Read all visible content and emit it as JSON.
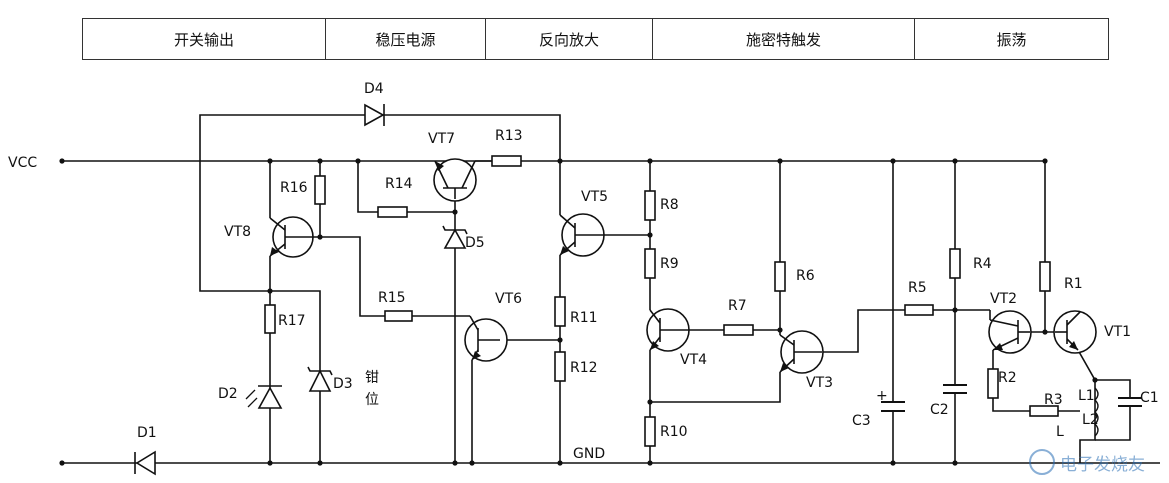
{
  "header": {
    "cells": [
      "开关输出",
      "稳压电源",
      "反向放大",
      "施密特触发",
      "振荡"
    ]
  },
  "labels": {
    "vcc": "VCC",
    "gnd": "GND",
    "clamp": [
      "钳",
      "位"
    ],
    "D1": "D1",
    "D2": "D2",
    "D3": "D3",
    "D4": "D4",
    "D5": "D5",
    "VT1": "VT1",
    "VT2": "VT2",
    "VT3": "VT3",
    "VT4": "VT4",
    "VT5": "VT5",
    "VT6": "VT6",
    "VT7": "VT7",
    "VT8": "VT8",
    "R1": "R1",
    "R2": "R2",
    "R3": "R3",
    "R4": "R4",
    "R5": "R5",
    "R6": "R6",
    "R7": "R7",
    "R8": "R8",
    "R9": "R9",
    "R10": "R10",
    "R11": "R11",
    "R12": "R12",
    "R13": "R13",
    "R14": "R14",
    "R15": "R15",
    "R16": "R16",
    "R17": "R17",
    "C1": "C1",
    "C2": "C2",
    "C3": "C3",
    "L": "L",
    "L1": "L1",
    "L2": "L2",
    "plus": "+"
  },
  "watermark": "电子发烧友"
}
